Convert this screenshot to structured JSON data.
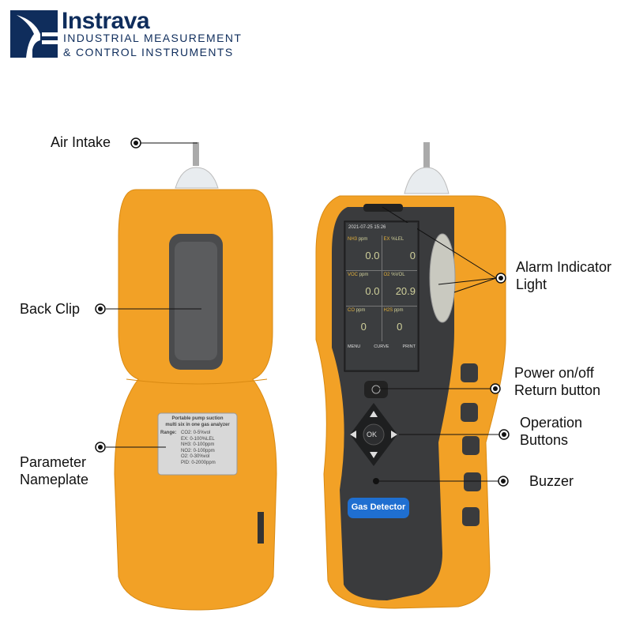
{
  "logo": {
    "brand": "Instrava",
    "tagline_1": "INDUSTRIAL MEASUREMENT",
    "tagline_2": "& CONTROL INSTRUMENTS",
    "color": "#0f2d5c"
  },
  "callouts": {
    "air_intake": "Air Intake",
    "back_clip": "Back Clip",
    "nameplate_1": "Parameter",
    "nameplate_2": "Nameplate",
    "alarm_1": "Alarm Indicator",
    "alarm_2": "Light",
    "power_1": "Power on/off",
    "power_2": "Return button",
    "operation_1": "Operation",
    "operation_2": "Buttons",
    "buzzer": "Buzzer"
  },
  "nameplate": {
    "title_1": "Portable pump suction",
    "title_2": "multi six in one gas analyzer",
    "range_label": "Range:",
    "ranges": [
      "CO2: 0-5%vol",
      "EX: 0-100%LEL",
      "NH3: 0-100ppm",
      "NO2: 0-100ppm",
      "O2: 0-30%vol",
      "PID: 0-2000ppm"
    ]
  },
  "screen": {
    "datetime": "2021-07-25 15:26",
    "cells": [
      {
        "gas": "NH3",
        "unit": "ppm",
        "value": "0.0"
      },
      {
        "gas": "EX",
        "unit": "%LEL",
        "value": "0"
      },
      {
        "gas": "VOC",
        "unit": "ppm",
        "value": "0.0"
      },
      {
        "gas": "O2",
        "unit": "%VOL",
        "value": "20.9"
      },
      {
        "gas": "CO",
        "unit": "ppm",
        "value": "0"
      },
      {
        "gas": "H2S",
        "unit": "ppm",
        "value": "0"
      }
    ],
    "menu": "MENU",
    "curve": "CURVE",
    "print": "PRINT"
  },
  "device": {
    "ok_label": "OK",
    "badge": "Gas Detector",
    "body_color": "#f2a126",
    "panel_color": "#3a3b3d"
  }
}
